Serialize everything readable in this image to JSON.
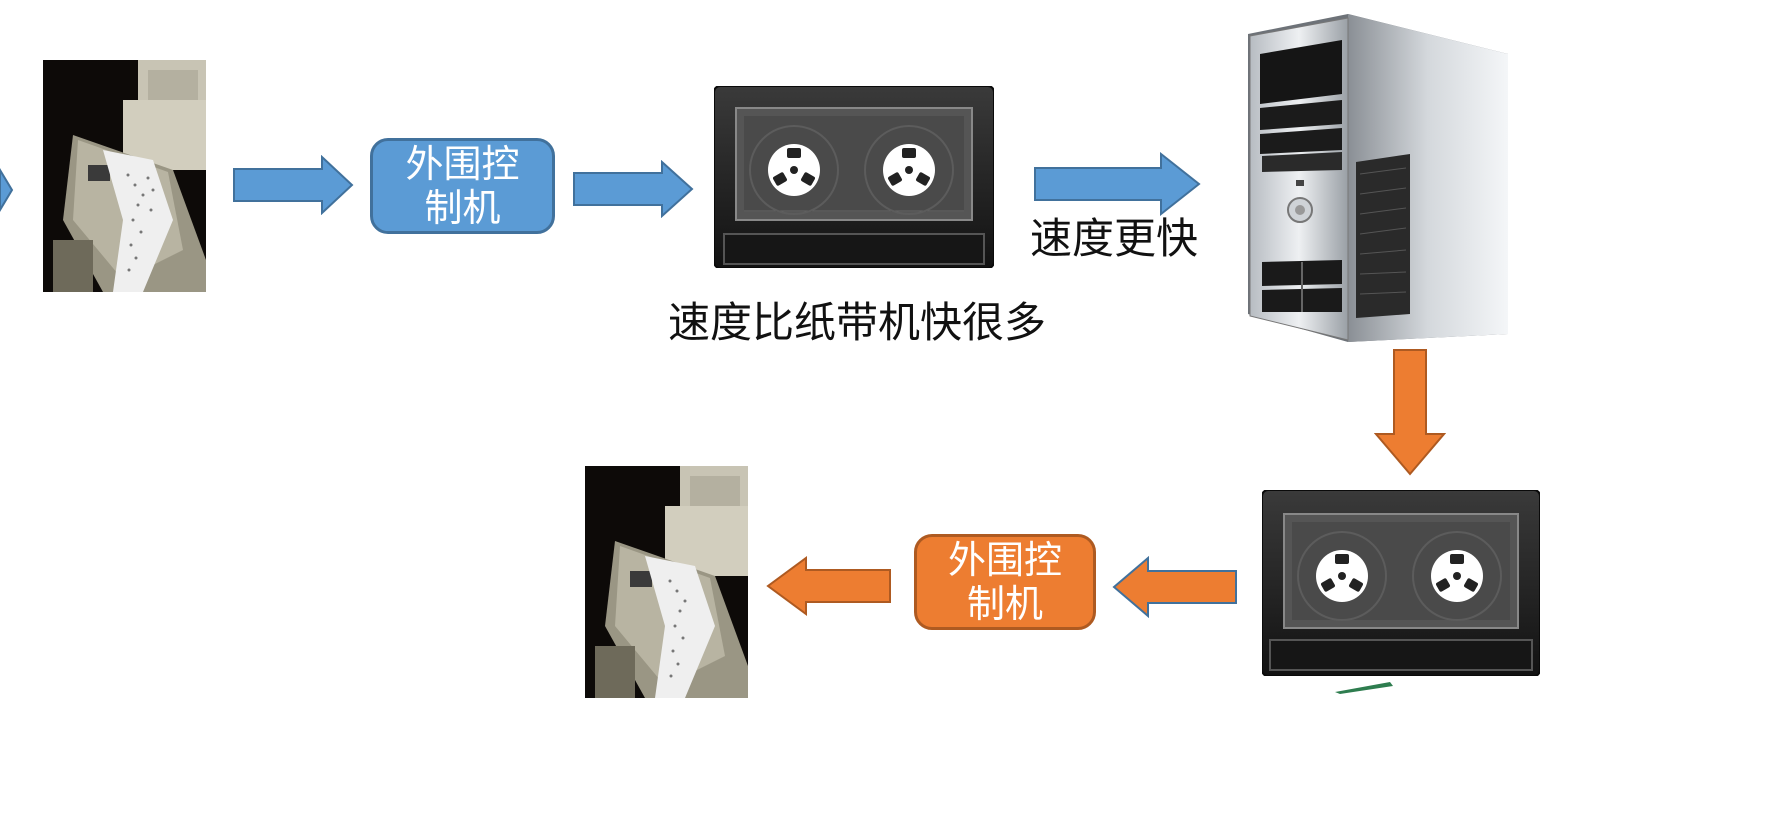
{
  "colors": {
    "blue": "#5b9bd5",
    "blue_border": "#41719c",
    "orange": "#ed7d31",
    "orange_border": "#ae5a21"
  },
  "icons": {
    "paper_tape_reader": "paper-tape-reader-photo",
    "tape_drive": "magnetic-tape-drive-icon",
    "computer": "computer-tower-icon",
    "paper_tape_punch": "paper-tape-reader-photo"
  },
  "top_row": {
    "controller_line1": "外围控",
    "controller_line2": "制机",
    "tape_caption": "速度比纸带机快很多",
    "faster_label": "速度更快"
  },
  "bottom_row": {
    "controller_line1": "外围控",
    "controller_line2": "制机"
  }
}
